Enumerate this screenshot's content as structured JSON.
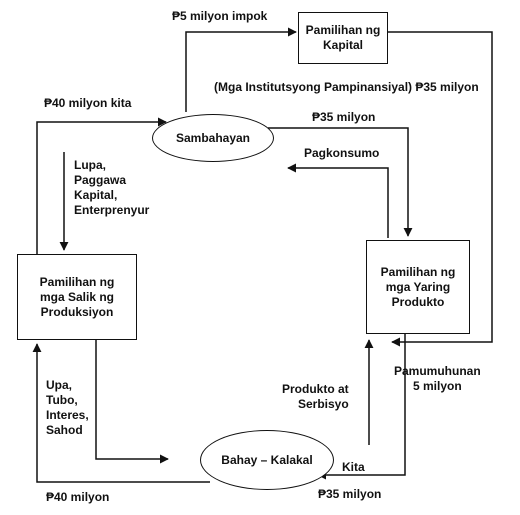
{
  "nodes": {
    "capital_market": "Pamilihan ng\nKapital",
    "households": "Sambahayan",
    "factor_market": "Pamilihan ng\nmga Salik ng\nProduksiyon",
    "goods_market": "Pamilihan ng\nmga Yaring\nProdukto",
    "firms": "Bahay – Kalakal"
  },
  "labels": {
    "savings": "₱5  milyon impok",
    "financial_institutions": "(Mga Institutsyong Pampinansiyal) ₱35 milyon",
    "income_40": "₱40 milyon kita",
    "consumption_amount": "₱35 milyon",
    "consumption": "Pagkonsumo",
    "factors": "Lupa,\nPaggawa\nKapital,\nEnterprenyur",
    "payments": "Upa,\nTubo,\nInteres,\nSahod",
    "products_services": "Produkto at\nSerbisyo",
    "investment": "Pamumuhunan\n5 milyon",
    "revenue": "Kita",
    "bottom_40": "₱40 milyon",
    "bottom_35": "₱35 milyon"
  }
}
